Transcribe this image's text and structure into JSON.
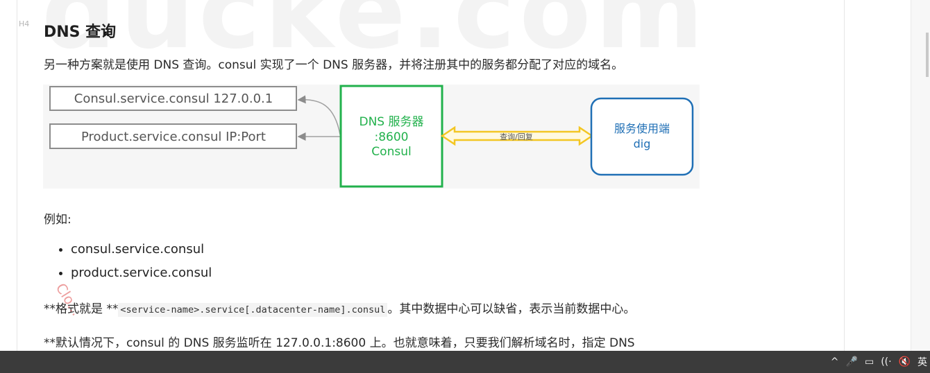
{
  "watermark": "ducke.com",
  "doc": {
    "heading_tag": "H4",
    "heading": "DNS 查询",
    "intro": "另一种方案就是使用 DNS 查询。consul 实现了一个 DNS 服务器，并将注册其中的服务都分配了对应的域名。",
    "example_label": "例如:",
    "examples": [
      "consul.service.consul",
      "product.service.consul"
    ],
    "format_prefix": "**格式就是 **",
    "format_code": "<service-name>.service[.datacenter-name].consul",
    "format_suffix": "。其中数据中心可以缺省，表示当前数据中心。",
    "default_text": "**默认情况下，consul 的 DNS 服务监听在 127.0.0.1:8600 上。也就意味着，只要我们解析域名时，指定 DNS"
  },
  "diagram": {
    "record_1": "Consul.service.consul 127.0.0.1",
    "record_2": "Product.service.consul IP:Port",
    "dns_server_line1": "DNS 服务器",
    "dns_server_line2": ":8600",
    "dns_server_line3": "Consul",
    "arrow_label": "查询/回复",
    "client_line1": "服务使用端",
    "client_line2": "dig",
    "colors": {
      "dns_green": "#22b14c",
      "client_blue": "#1f6fb5",
      "arrow_yellow": "#f3c623",
      "record_gray": "#8c8c8c"
    }
  },
  "stamp": "Clo...",
  "tray": {
    "chevron": "^",
    "mic": "🎤",
    "battery": "▭",
    "wifi": "((·",
    "volume": "🔇",
    "ime": "英"
  }
}
